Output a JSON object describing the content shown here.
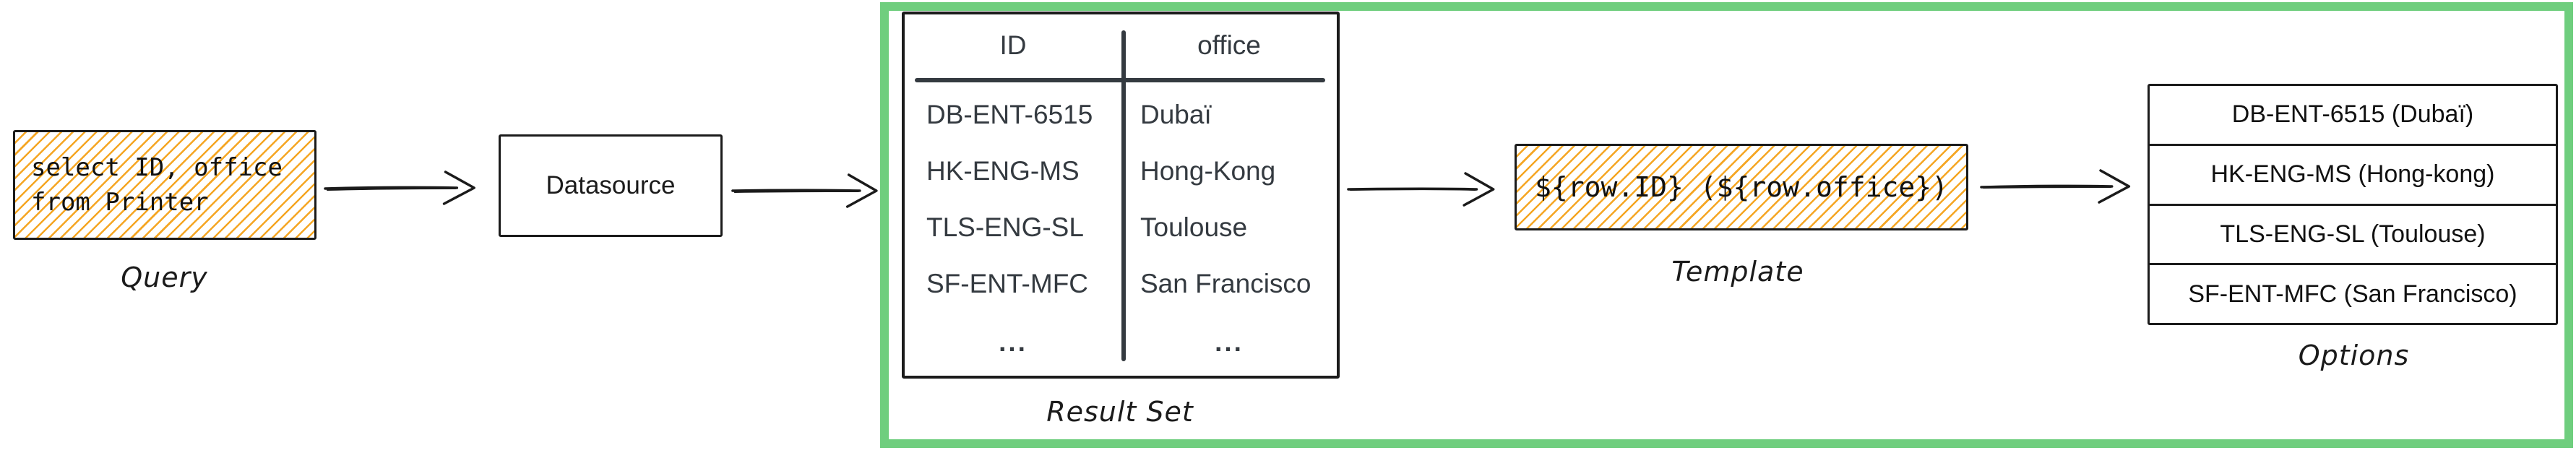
{
  "diagram": {
    "query": {
      "code": "select ID, office\nfrom Printer",
      "label": "Query"
    },
    "datasource": {
      "title": "Datasource"
    },
    "result_set": {
      "label": "Result Set",
      "columns": {
        "id": "ID",
        "office": "office"
      },
      "rows": [
        {
          "id": "DB-ENT-6515",
          "office": "Dubaï"
        },
        {
          "id": "HK-ENG-MS",
          "office": "Hong-Kong"
        },
        {
          "id": "TLS-ENG-SL",
          "office": "Toulouse"
        },
        {
          "id": "SF-ENT-MFC",
          "office": "San Francisco"
        }
      ],
      "ellipsis": "..."
    },
    "template": {
      "code": "${row.ID} (${row.office})",
      "label": "Template"
    },
    "options": {
      "label": "Options",
      "items": [
        "DB-ENT-6515 (Dubaï)",
        "HK-ENG-MS (Hong-kong)",
        "TLS-ENG-SL (Toulouse)",
        "SF-ENT-MFC (San Francisco)"
      ]
    },
    "colors": {
      "frame_green": "#6fce7e",
      "hatch_orange": "#f5a623",
      "table_ink": "#343a40",
      "ink": "#1b1b1b"
    }
  }
}
